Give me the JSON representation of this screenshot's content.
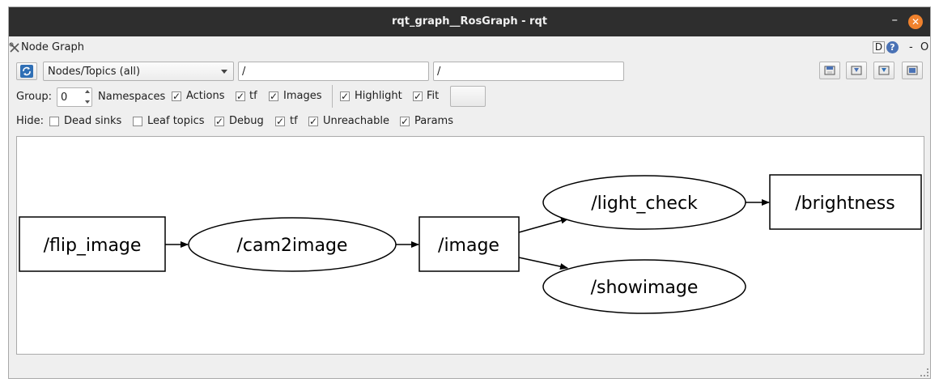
{
  "window": {
    "title": "rqt_graph__RosGraph - rqt",
    "minimize_symbol": "–",
    "close_symbol": "✕"
  },
  "plugin": {
    "title": "Node Graph",
    "d_label": "D",
    "help_label": "?",
    "dash_label": "-",
    "o_label": "O"
  },
  "toolbar": {
    "mode_select": "Nodes/Topics (all)",
    "node_filter": "/",
    "topic_filter": "/"
  },
  "options": {
    "group_label": "Group:",
    "group_value": "0",
    "namespaces": {
      "label": "Namespaces",
      "checked": false
    },
    "actions": {
      "label": "Actions",
      "checked": true
    },
    "tf": {
      "label": "tf",
      "checked": true
    },
    "images": {
      "label": "Images",
      "checked": true
    },
    "highlight": {
      "label": "Highlight",
      "checked": true
    },
    "fit": {
      "label": "Fit",
      "checked": true
    }
  },
  "hide": {
    "label": "Hide:",
    "dead_sinks": {
      "label": "Dead sinks",
      "checked": false
    },
    "leaf_topics": {
      "label": "Leaf topics",
      "checked": false
    },
    "debug": {
      "label": "Debug",
      "checked": true
    },
    "tf": {
      "label": "tf",
      "checked": true
    },
    "unreachable": {
      "label": "Unreachable",
      "checked": true
    },
    "params": {
      "label": "Params",
      "checked": true
    }
  },
  "graph": {
    "nodes": {
      "flip_image": "/flip_image",
      "cam2image": "/cam2image",
      "image": "/image",
      "light_check": "/light_check",
      "showimage": "/showimage",
      "brightness": "/brightness"
    }
  },
  "colors": {
    "titlebar": "#2e2e2e",
    "close_button": "#f0822d",
    "panel": "#efefef"
  }
}
